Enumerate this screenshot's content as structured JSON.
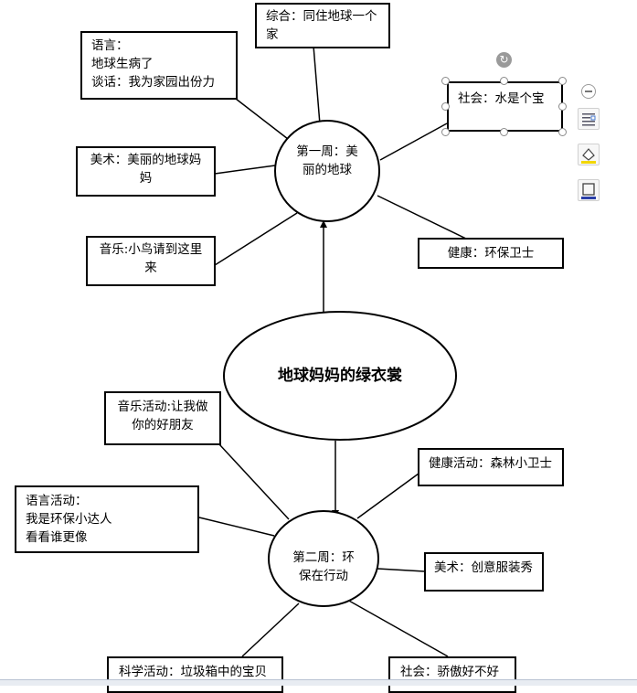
{
  "center_title": "地球妈妈的绿衣裳",
  "week1": {
    "label": [
      "第一周：美",
      "丽的地球"
    ],
    "branches": {
      "comprehensive": [
        "综合：同住地球一个",
        "家"
      ],
      "language": [
        "语言：",
        "地球生病了",
        "谈话：我为家园出份力"
      ],
      "art": [
        "美术：美丽的地球妈",
        "妈"
      ],
      "music": [
        "音乐:小鸟请到这里",
        "来"
      ],
      "social": [
        "社会：水是个宝"
      ],
      "health": [
        "健康：环保卫士"
      ]
    }
  },
  "week2": {
    "label": [
      "第二周：环",
      "保在行动"
    ],
    "branches": {
      "music": [
        "音乐活动:让我做",
        "你的好朋友"
      ],
      "language": [
        "语言活动：",
        "我是环保小达人",
        "看看谁更像"
      ],
      "health": [
        "健康活动：森林小卫士"
      ],
      "art": [
        "美术：创意服装秀"
      ],
      "science": [
        "科学活动：垃圾箱中的宝贝"
      ],
      "social": [
        "社会：骄傲好不好"
      ]
    }
  },
  "toolbar": {
    "icons": [
      "layout-options-icon",
      "shape-fill-icon",
      "shape-outline-icon"
    ]
  }
}
